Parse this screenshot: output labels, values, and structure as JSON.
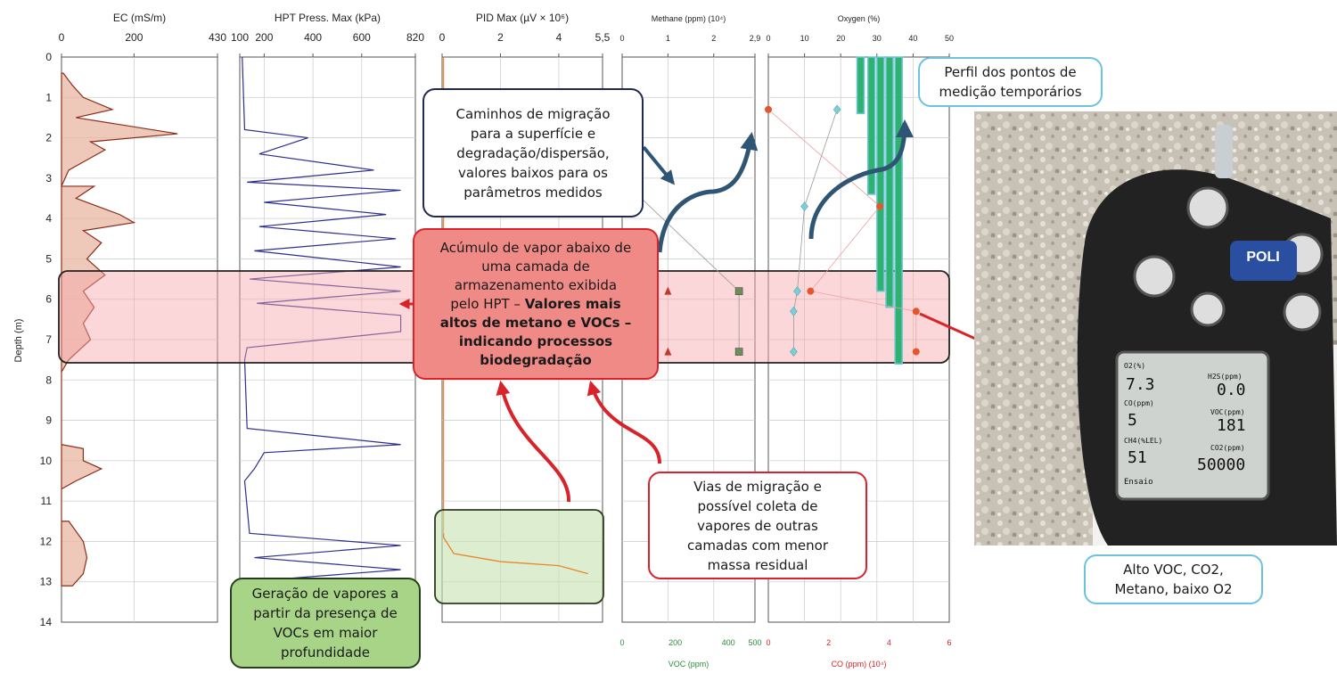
{
  "axes": {
    "depth_label": "Depth (m)",
    "depth_ticks": [
      "0",
      "1",
      "2",
      "3",
      "4",
      "5",
      "6",
      "7",
      "8",
      "9",
      "10",
      "11",
      "12",
      "13",
      "14"
    ]
  },
  "tracks": {
    "ec": {
      "title": "EC (mS/m)",
      "ticks": [
        "0",
        "200",
        "430"
      ]
    },
    "hpt": {
      "title": "HPT Press. Max (kPa)",
      "ticks": [
        "100",
        "200",
        "400",
        "600",
        "820"
      ]
    },
    "pid": {
      "title": "PID Max (µV × 10⁶)",
      "ticks": [
        "0",
        "2",
        "4",
        "5,5"
      ]
    },
    "methane": {
      "title": "Methane (ppm) (10⁴)",
      "ticks": [
        "0",
        "1",
        "2",
        "2,9"
      ],
      "bottom_title": "VOC (ppm)",
      "bottom_ticks": [
        "0",
        "200",
        "400",
        "500"
      ]
    },
    "oxygen": {
      "title": "Oxygen (%)",
      "ticks": [
        "0",
        "10",
        "20",
        "30",
        "40",
        "50"
      ],
      "bottom_title": "CO (ppm) (10⁴)",
      "bottom_ticks": [
        "0",
        "2",
        "4",
        "6"
      ]
    }
  },
  "annotations": {
    "migration": [
      "Caminhos de migração",
      "para a superfície e",
      "degradação/dispersão,",
      "valores baixos para os",
      "parâmetros medidos"
    ],
    "accumulation_plain": [
      "Acúmulo de vapor abaixo de",
      "uma camada de",
      "armazenamento exibida",
      "pelo HPT –"
    ],
    "accumulation_bold": [
      "Valores mais",
      "altos de metano e VOCs –",
      "indicando processos",
      "biodegradação"
    ],
    "paths": [
      "Vias de migração e",
      "possível coleta de",
      "vapores de outras",
      "camadas com menor",
      "massa residual"
    ],
    "generation": [
      "Geração de vapores a",
      "partir da presença de",
      "VOCs em maior",
      "profundidade"
    ],
    "profile": [
      "Perfil dos pontos de",
      "medição temporários"
    ],
    "high": [
      "Alto VOC, CO2,",
      "Metano, baixo O2"
    ]
  },
  "meter": {
    "brand": "POLI",
    "labels": [
      "O2(%)",
      "H2S(ppm)",
      "CO(ppm)",
      "VOC(ppm)",
      "CH4(%LEL)",
      "CO2(ppm)",
      "Ensaio"
    ],
    "values": [
      "7.3",
      "0.0",
      "5",
      "181",
      "51",
      "50000"
    ]
  },
  "chart_data": {
    "type": "diagram",
    "depth_range_m": [
      0,
      14
    ],
    "ec_range": [
      0,
      430
    ],
    "hpt_range": [
      100,
      820
    ],
    "pid_range": [
      0,
      5.5
    ],
    "methane_range": [
      0,
      2.9
    ],
    "voc_range": [
      0,
      500
    ],
    "oxygen_range": [
      0,
      50
    ],
    "co_range": [
      0,
      6
    ],
    "voc_points": [
      {
        "depth": 3.3,
        "voc": 40
      },
      {
        "depth": 5.8,
        "voc": 440
      },
      {
        "depth": 7.3,
        "voc": 440
      }
    ],
    "methane_points": [
      {
        "depth": 5.8,
        "methane": 1.0
      },
      {
        "depth": 7.3,
        "methane": 1.0
      }
    ],
    "oxygen_points": [
      {
        "depth": 1.3,
        "o2": 19
      },
      {
        "depth": 3.7,
        "o2": 10
      },
      {
        "depth": 5.8,
        "o2": 8
      },
      {
        "depth": 6.3,
        "o2": 7
      },
      {
        "depth": 7.3,
        "o2": 7
      }
    ],
    "co_points": [
      {
        "depth": 1.3,
        "co": 0
      },
      {
        "depth": 3.7,
        "co": 3.7
      },
      {
        "depth": 5.8,
        "co": 1.4
      },
      {
        "depth": 6.3,
        "co": 4.9
      },
      {
        "depth": 7.3,
        "co": 4.9
      }
    ],
    "measurement_bars": [
      {
        "o2": 25.5,
        "from": 0,
        "to": 1.4
      },
      {
        "o2": 28.5,
        "from": 0,
        "to": 3.4
      },
      {
        "o2": 31,
        "from": 0,
        "to": 5.8
      },
      {
        "o2": 33.5,
        "from": 0,
        "to": 6.2
      },
      {
        "o2": 36,
        "from": 0,
        "to": 7.6
      }
    ]
  }
}
